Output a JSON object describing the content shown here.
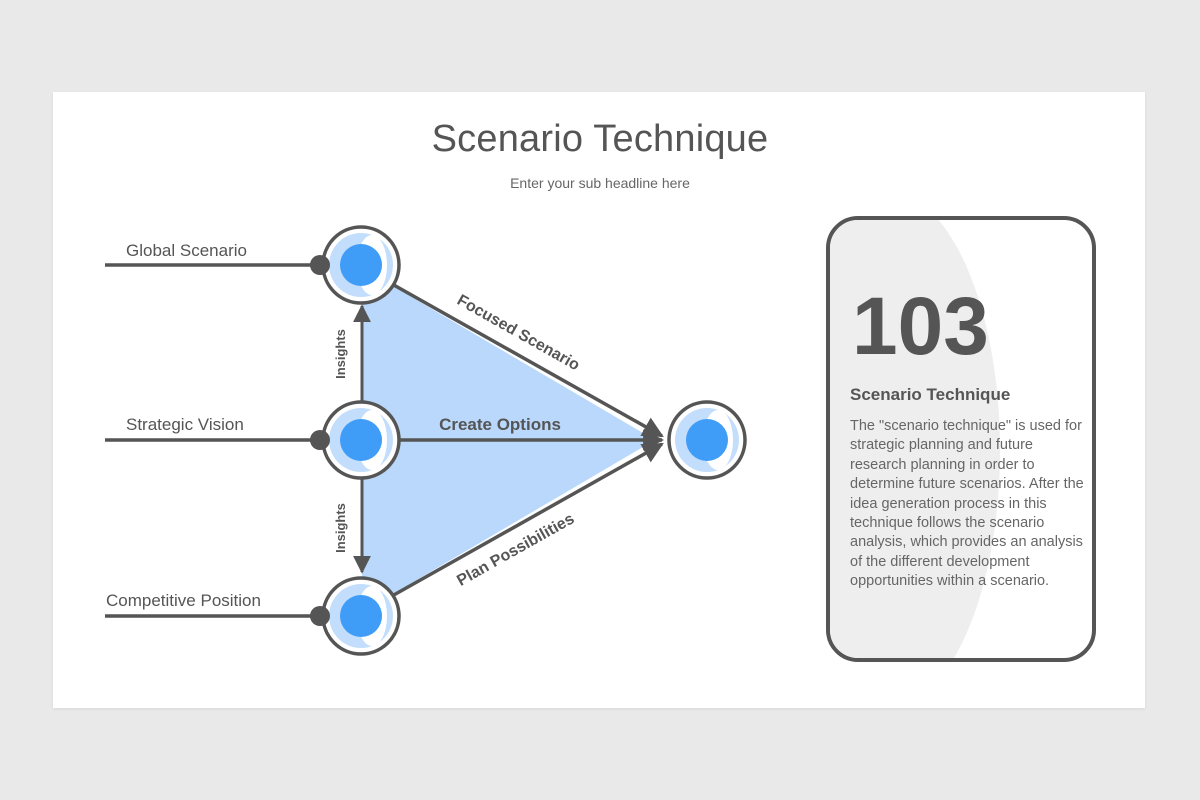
{
  "title": "Scenario Technique",
  "subtitle": "Enter your sub headline here",
  "diagram": {
    "inputs": [
      "Global Scenario",
      "Strategic Vision",
      "Competitive Position"
    ],
    "edges": {
      "top": "Focused Scenario",
      "middle": "Create Options",
      "bottom": "Plan Possibilities",
      "insights_upper": "Insights",
      "insights_lower": "Insights"
    },
    "colors": {
      "triangle_fill": "#b9d8fb",
      "node_core": "#3f9cf7",
      "node_halo": "#c3defc",
      "stroke": "#555555"
    }
  },
  "card": {
    "number": "103",
    "heading": "Scenario Technique",
    "body": "The \"scenario technique\" is used for strategic planning and future research planning in order to determine future scenarios. After the idea generation process in this technique follows the scenario analysis, which provides an analysis of the different development opportunities within a scenario."
  }
}
